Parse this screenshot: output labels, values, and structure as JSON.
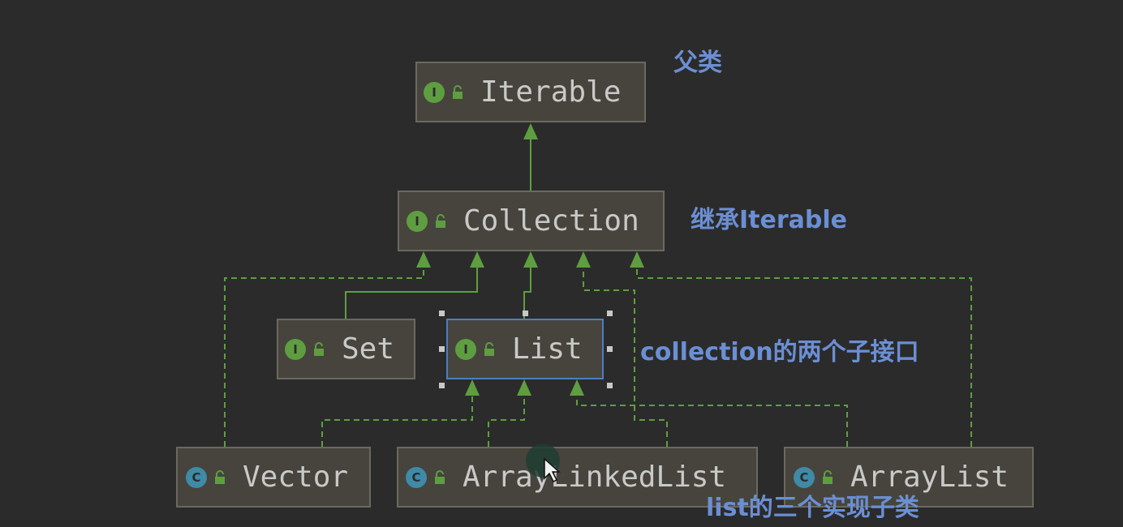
{
  "diagram": {
    "nodes": {
      "iterable": {
        "label": "Iterable",
        "kind": "I"
      },
      "collection": {
        "label": "Collection",
        "kind": "I"
      },
      "set": {
        "label": "Set",
        "kind": "I"
      },
      "list": {
        "label": "List",
        "kind": "I"
      },
      "vector": {
        "label": "Vector",
        "kind": "C"
      },
      "arraylinkedlist": {
        "label": "ArrayLinkedList",
        "kind": "C"
      },
      "arraylist": {
        "label": "ArrayList",
        "kind": "C"
      }
    },
    "annotations": {
      "parent": "父类",
      "inherit": "继承Iterable",
      "sub_interfaces": "collection的两个子接口",
      "impl_classes": "list的三个实现子类"
    },
    "colors": {
      "background": "#2b2b2b",
      "node_fill": "#46443c",
      "node_border": "#6b695f",
      "selected_border": "#4d7fc2",
      "edge": "#5e9e41",
      "annotation": "#6b8fd4",
      "interface_badge": "#5e9e41",
      "class_badge": "#3f8aa8"
    }
  }
}
